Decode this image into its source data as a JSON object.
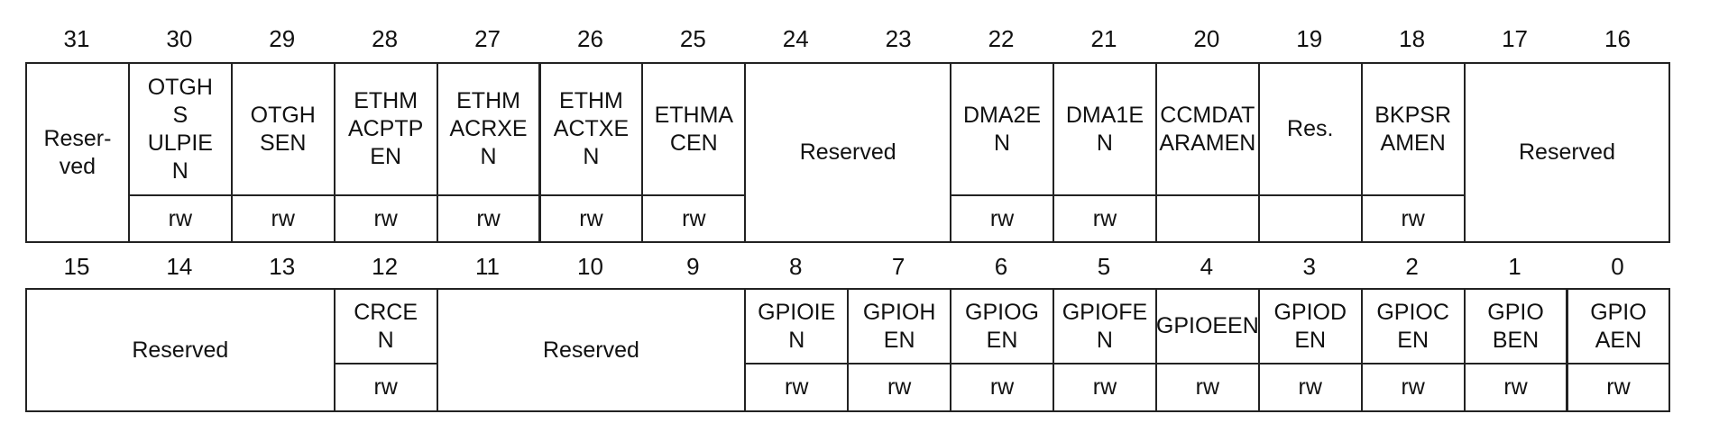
{
  "rows": [
    {
      "bit_numbers": [
        "31",
        "30",
        "29",
        "28",
        "27",
        "26",
        "25",
        "24",
        "23",
        "22",
        "21",
        "20",
        "19",
        "18",
        "17",
        "16"
      ],
      "fields": [
        {
          "id": "r31",
          "label": "Reser-\nved",
          "access": null,
          "bits": [
            31,
            31
          ]
        },
        {
          "id": "otghsulpien",
          "label": "OTGH\nS\nULPIE\nN",
          "access": "rw",
          "bits": [
            30,
            30
          ]
        },
        {
          "id": "otghsen",
          "label": "OTGH\nSEN",
          "access": "rw",
          "bits": [
            29,
            29
          ]
        },
        {
          "id": "ethmacptpen",
          "label": "ETHM\nACPTP\nEN",
          "access": "rw",
          "bits": [
            28,
            28
          ]
        },
        {
          "id": "ethmacrxen",
          "label": "ETHM\nACRXE\nN",
          "access": "rw",
          "bits": [
            27,
            27
          ]
        },
        {
          "id": "ethmactxen",
          "label": "ETHM\nACTXE\nN",
          "access": "rw",
          "bits": [
            26,
            26
          ]
        },
        {
          "id": "ethmacen",
          "label": "ETHMA\nCEN",
          "access": "rw",
          "bits": [
            25,
            25
          ]
        },
        {
          "id": "r24_23",
          "label": "Reserved",
          "access": null,
          "bits": [
            24,
            23
          ]
        },
        {
          "id": "dma2en",
          "label": "DMA2E\nN",
          "access": "rw",
          "bits": [
            22,
            22
          ]
        },
        {
          "id": "dma1en",
          "label": "DMA1E\nN",
          "access": "rw",
          "bits": [
            21,
            21
          ]
        },
        {
          "id": "ccmdataramen",
          "label": "CCMDAT\nARAMEN",
          "access": "",
          "bits": [
            20,
            20
          ]
        },
        {
          "id": "r19",
          "label": "Res.",
          "access": "",
          "bits": [
            19,
            19
          ]
        },
        {
          "id": "bkpsramen",
          "label": "BKPSR\nAMEN",
          "access": "rw",
          "bits": [
            18,
            18
          ]
        },
        {
          "id": "r17_16",
          "label": "Reserved",
          "access": null,
          "bits": [
            17,
            16
          ]
        }
      ]
    },
    {
      "bit_numbers": [
        "15",
        "14",
        "13",
        "12",
        "11",
        "10",
        "9",
        "8",
        "7",
        "6",
        "5",
        "4",
        "3",
        "2",
        "1",
        "0"
      ],
      "fields": [
        {
          "id": "r15_13",
          "label": "Reserved",
          "access": null,
          "bits": [
            15,
            13
          ]
        },
        {
          "id": "crcen",
          "label": "CRCE\nN",
          "access": "rw",
          "bits": [
            12,
            12
          ]
        },
        {
          "id": "r11_9",
          "label": "Reserved",
          "access": null,
          "bits": [
            11,
            9
          ]
        },
        {
          "id": "gpioien",
          "label": "GPIOIE\nN",
          "access": "rw",
          "bits": [
            8,
            8
          ]
        },
        {
          "id": "gpiohen",
          "label": "GPIOH\nEN",
          "access": "rw",
          "bits": [
            7,
            7
          ]
        },
        {
          "id": "gpiogen",
          "label": "GPIOG\nEN",
          "access": "rw",
          "bits": [
            6,
            6
          ]
        },
        {
          "id": "gpiofen",
          "label": "GPIOFE\nN",
          "access": "rw",
          "bits": [
            5,
            5
          ]
        },
        {
          "id": "gpioeen",
          "label": "GPIOEEN",
          "access": "rw",
          "bits": [
            4,
            4
          ]
        },
        {
          "id": "gpioden",
          "label": "GPIOD\nEN",
          "access": "rw",
          "bits": [
            3,
            3
          ]
        },
        {
          "id": "gpiocen",
          "label": "GPIOC\nEN",
          "access": "rw",
          "bits": [
            2,
            2
          ]
        },
        {
          "id": "gpioben",
          "label": "GPIO\nBEN",
          "access": "rw",
          "bits": [
            1,
            1
          ]
        },
        {
          "id": "gpioaen",
          "label": "GPIO\nAEN",
          "access": "rw",
          "bits": [
            0,
            0
          ]
        }
      ]
    }
  ]
}
